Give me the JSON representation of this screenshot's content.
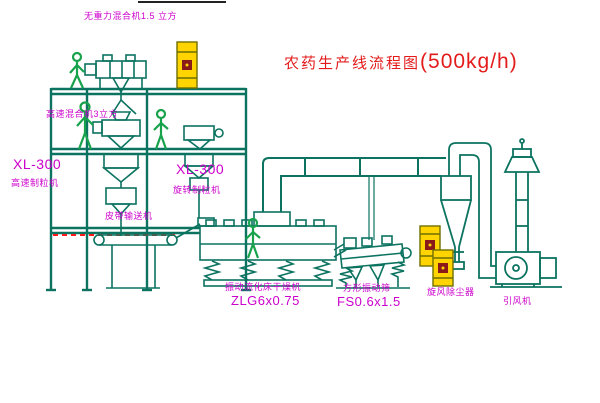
{
  "title": {
    "name": "农药生产线流程图",
    "capacity": "(500kg/h)"
  },
  "labels": {
    "gravity_mixer": "无重力混合机1.5 立方",
    "high_speed_mixer": "高速混合机3立方",
    "xl300_left": "XL-300",
    "granulator_left": "高速制粒机",
    "xl300_right": "XL-300",
    "granulator_right": "旋转制粒机",
    "belt_conveyor": "皮带输送机",
    "fluid_bed_dryer": "振动流化床干燥机",
    "fluid_bed_dryer_model": "ZLG6x0.75",
    "square_sieve": "方形振动筛",
    "square_sieve_model": "FS0.6x1.5",
    "cyclone": "旋风除尘器",
    "fan": "引风机"
  },
  "colors": {
    "line_teal": "#0c7360",
    "figure_green": "#18a24c",
    "label_magenta": "#cc00cc",
    "title_red": "#e31b1b",
    "equipment_yellow": "#ffd400",
    "equipment_yellow_outline": "#6f6f00",
    "accent_dark_red": "#8a1a1a",
    "floor_marking_red": "#ff1a1a"
  }
}
